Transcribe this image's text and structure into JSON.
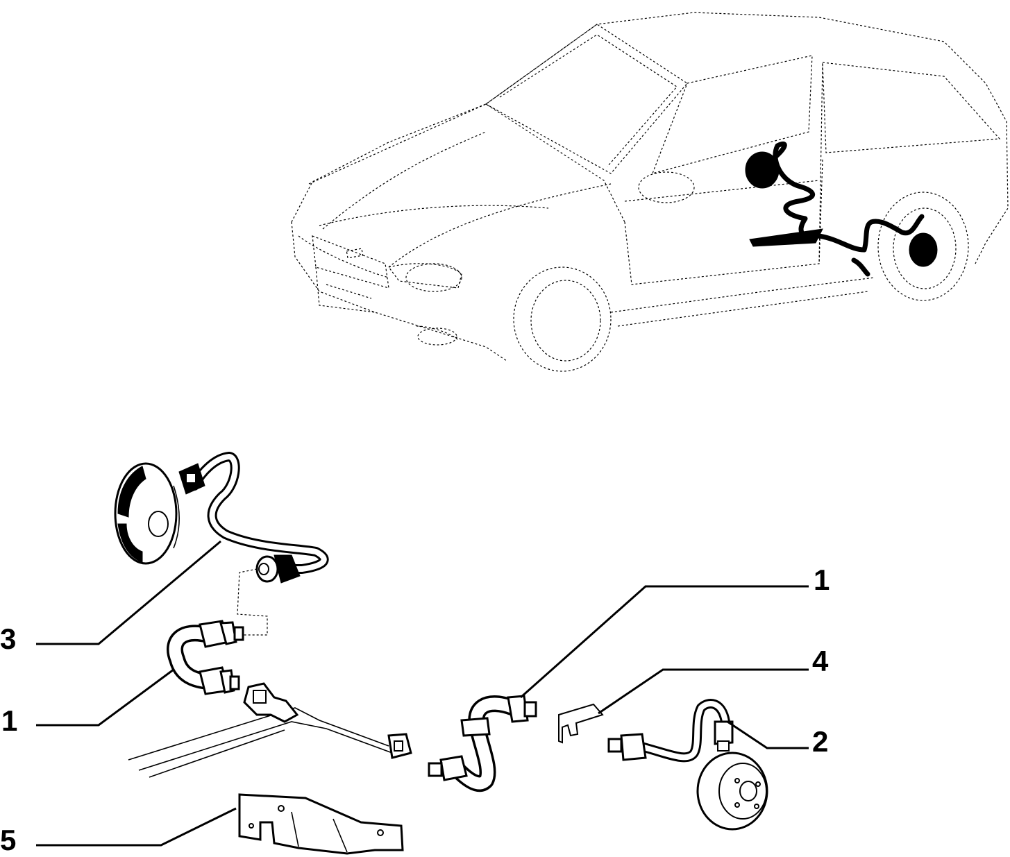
{
  "callouts": [
    {
      "key": "pipe_rear_left",
      "label": "3"
    },
    {
      "key": "hose_left",
      "label": "1"
    },
    {
      "key": "bracket",
      "label": "5"
    },
    {
      "key": "hose_right",
      "label": "1"
    },
    {
      "key": "clip",
      "label": "4"
    },
    {
      "key": "pipe_rear_right",
      "label": "2"
    }
  ]
}
